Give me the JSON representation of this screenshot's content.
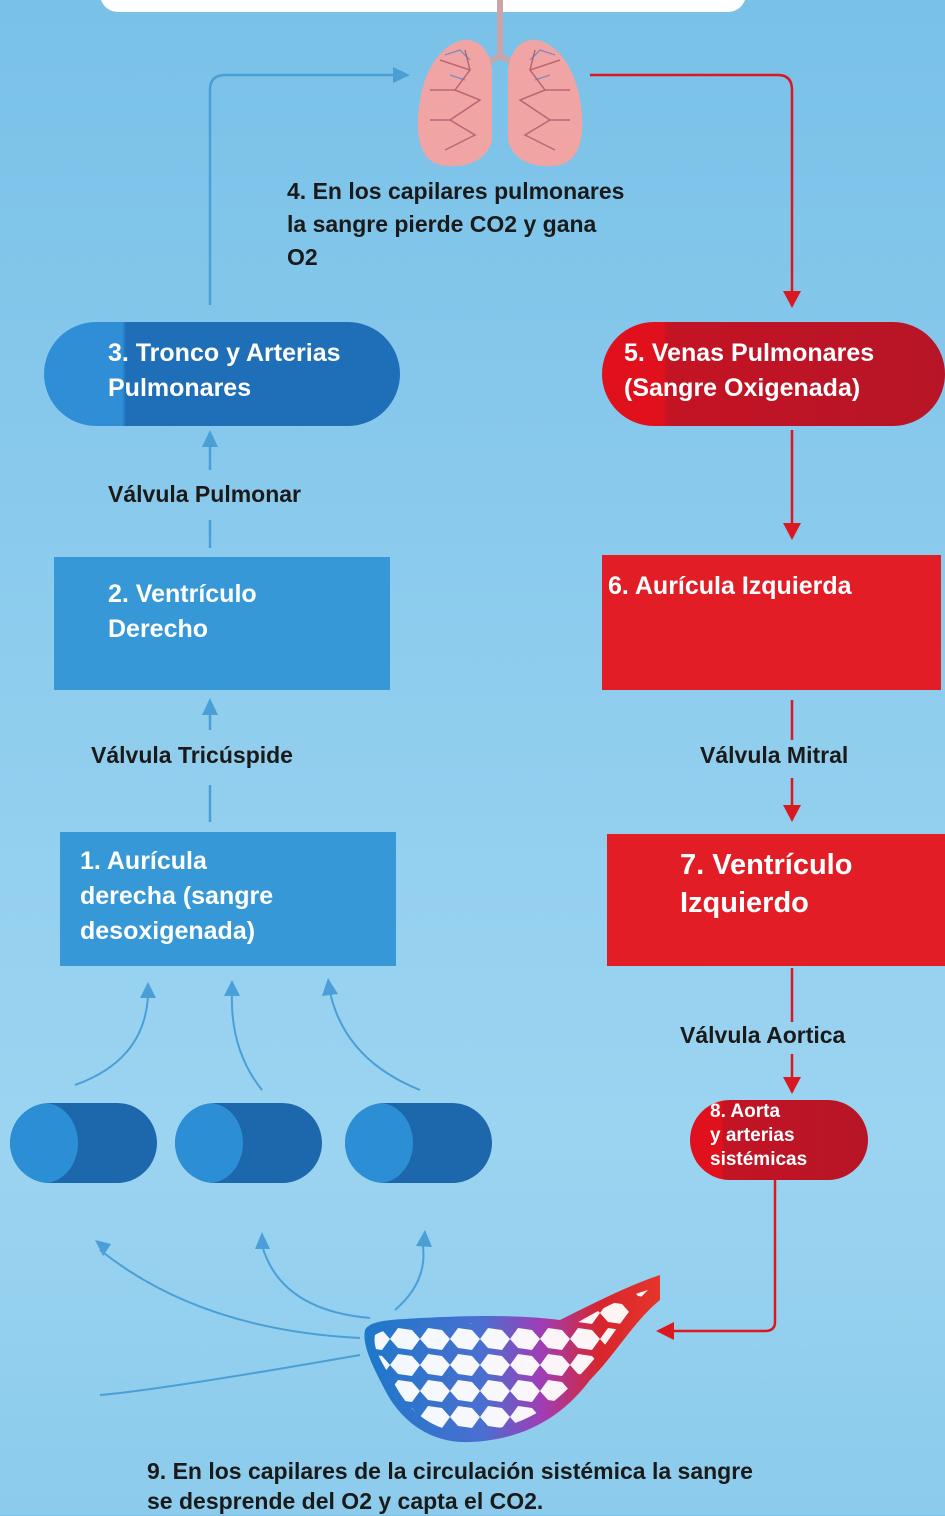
{
  "diagram": {
    "step1": {
      "lines": [
        "1. Aurícula",
        "derecha (sangre",
        "desoxigenada)"
      ]
    },
    "step2": {
      "lines": [
        "2. Ventrículo",
        "Derecho"
      ]
    },
    "step3": {
      "lines": [
        "3. Tronco y Arterias",
        "Pulmonares"
      ]
    },
    "step4": {
      "lines": [
        "4. En los capilares pulmonares",
        "la sangre pierde CO2 y gana",
        "O2"
      ]
    },
    "step5": {
      "lines": [
        "5. Venas Pulmonares",
        "(Sangre Oxigenada)"
      ]
    },
    "step6": {
      "lines": [
        "6. Aurícula Izquierda"
      ]
    },
    "step7": {
      "lines": [
        "7. Ventrículo",
        "Izquierdo"
      ]
    },
    "step8": {
      "lines": [
        "8. Aorta",
        "y arterias",
        "sistémicas"
      ]
    },
    "step9": {
      "lines": [
        "9. En los capilares de la circulación sistémica la sangre",
        "se desprende del O2 y capta el CO2."
      ]
    },
    "valves": {
      "pulmonar": "Válvula Pulmonar",
      "tricuspide": "Válvula Tricúspide",
      "mitral": "Válvula Mitral",
      "aortica": "Válvula Aortica"
    }
  },
  "colors": {
    "background": "#8fcdee",
    "blue": "#3698d6",
    "blue_dark": "#1f6fb8",
    "red": "#e21d26",
    "red_dark": "#b71527",
    "line_blue": "#4a9fd6",
    "line_red": "#d9191f"
  },
  "icons": [
    "lungs-icon",
    "capillary-bed-icon",
    "vessel-cylinder-icon"
  ]
}
